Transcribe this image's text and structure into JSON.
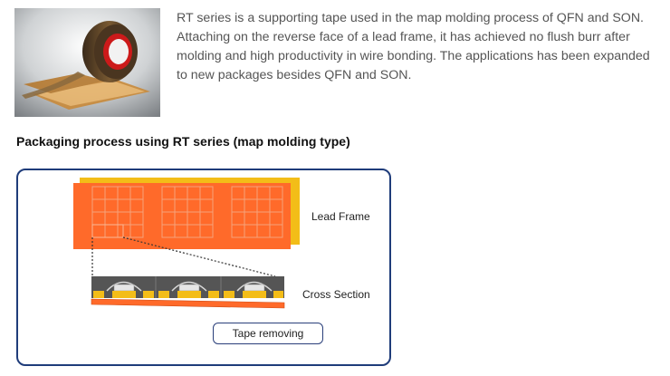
{
  "intro_text": "RT series is a supporting tape used in the map molding process of QFN and SON. Attaching on the reverse face of a lead frame, it has achieved no flush burr after molding and high productivity in wire bonding. The applications has been expanded to new packages besides QFN and SON.",
  "section_heading": "Packaging process using RT series (map molding type)",
  "diagram": {
    "lead_frame_label": "Lead Frame",
    "cross_section_label": "Cross Section",
    "tape_button_label": "Tape removing"
  },
  "colors": {
    "tape_orange": "#ff6a2a",
    "frame_yellow": "#f3bd18",
    "border_navy": "#1f3c7a",
    "mold_gray": "#555555"
  },
  "icons": {
    "photo": "tape-roll-product-photo"
  }
}
